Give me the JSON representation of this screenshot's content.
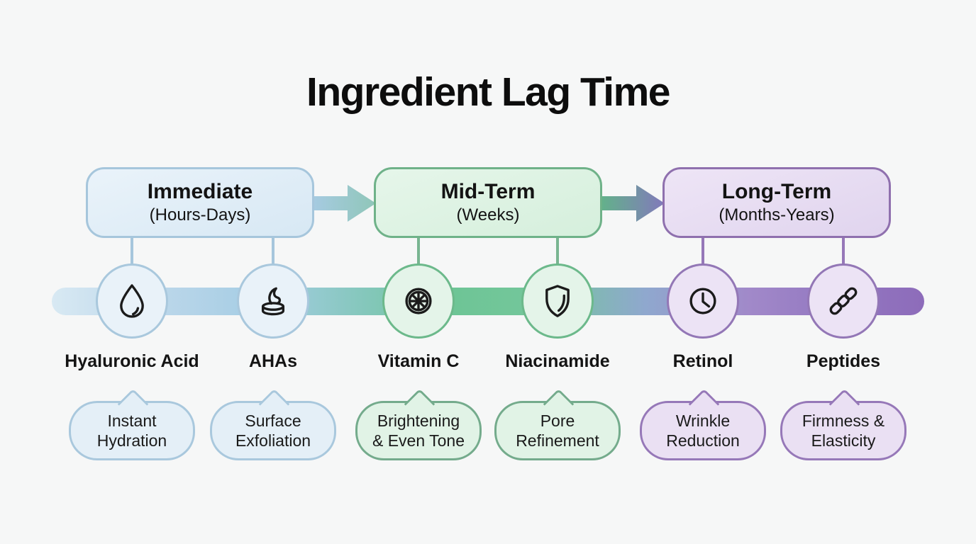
{
  "title": "Ingredient Lag Time",
  "phases": [
    {
      "label": "Immediate",
      "range": "(Hours-Days)",
      "theme_fill": "#d7e8f4",
      "theme_border": "#a6c6dc"
    },
    {
      "label": "Mid-Term",
      "range": "(Weeks)",
      "theme_fill": "#d5efdc",
      "theme_border": "#6fb289"
    },
    {
      "label": "Long-Term",
      "range": "(Months-Years)",
      "theme_fill": "#e0d4ee",
      "theme_border": "#8f70ae"
    }
  ],
  "ingredients": [
    {
      "name": "Hyaluronic Acid",
      "icon": "droplet-icon",
      "benefit": "Instant\nHydration"
    },
    {
      "name": "AHAs",
      "icon": "cream-jar-icon",
      "benefit": "Surface\nExfoliation"
    },
    {
      "name": "Vitamin C",
      "icon": "citrus-slice-icon",
      "benefit": "Brightening\n& Even Tone"
    },
    {
      "name": "Niacinamide",
      "icon": "shield-icon",
      "benefit": "Pore\nRefinement"
    },
    {
      "name": "Retinol",
      "icon": "clock-icon",
      "benefit": "Wrinkle\nReduction"
    },
    {
      "name": "Peptides",
      "icon": "chain-icon",
      "benefit": "Firmness &\nElasticity"
    }
  ],
  "timeline_gradient": [
    "#d8e9f3",
    "#a5cde4",
    "#6ec596",
    "#8fa8ce",
    "#8d6cba"
  ],
  "arrow_gradients": {
    "immediate_to_mid": [
      "#a7cbe3",
      "#8fc6b8"
    ],
    "mid_to_long": [
      "#62b389",
      "#8279bb"
    ]
  }
}
